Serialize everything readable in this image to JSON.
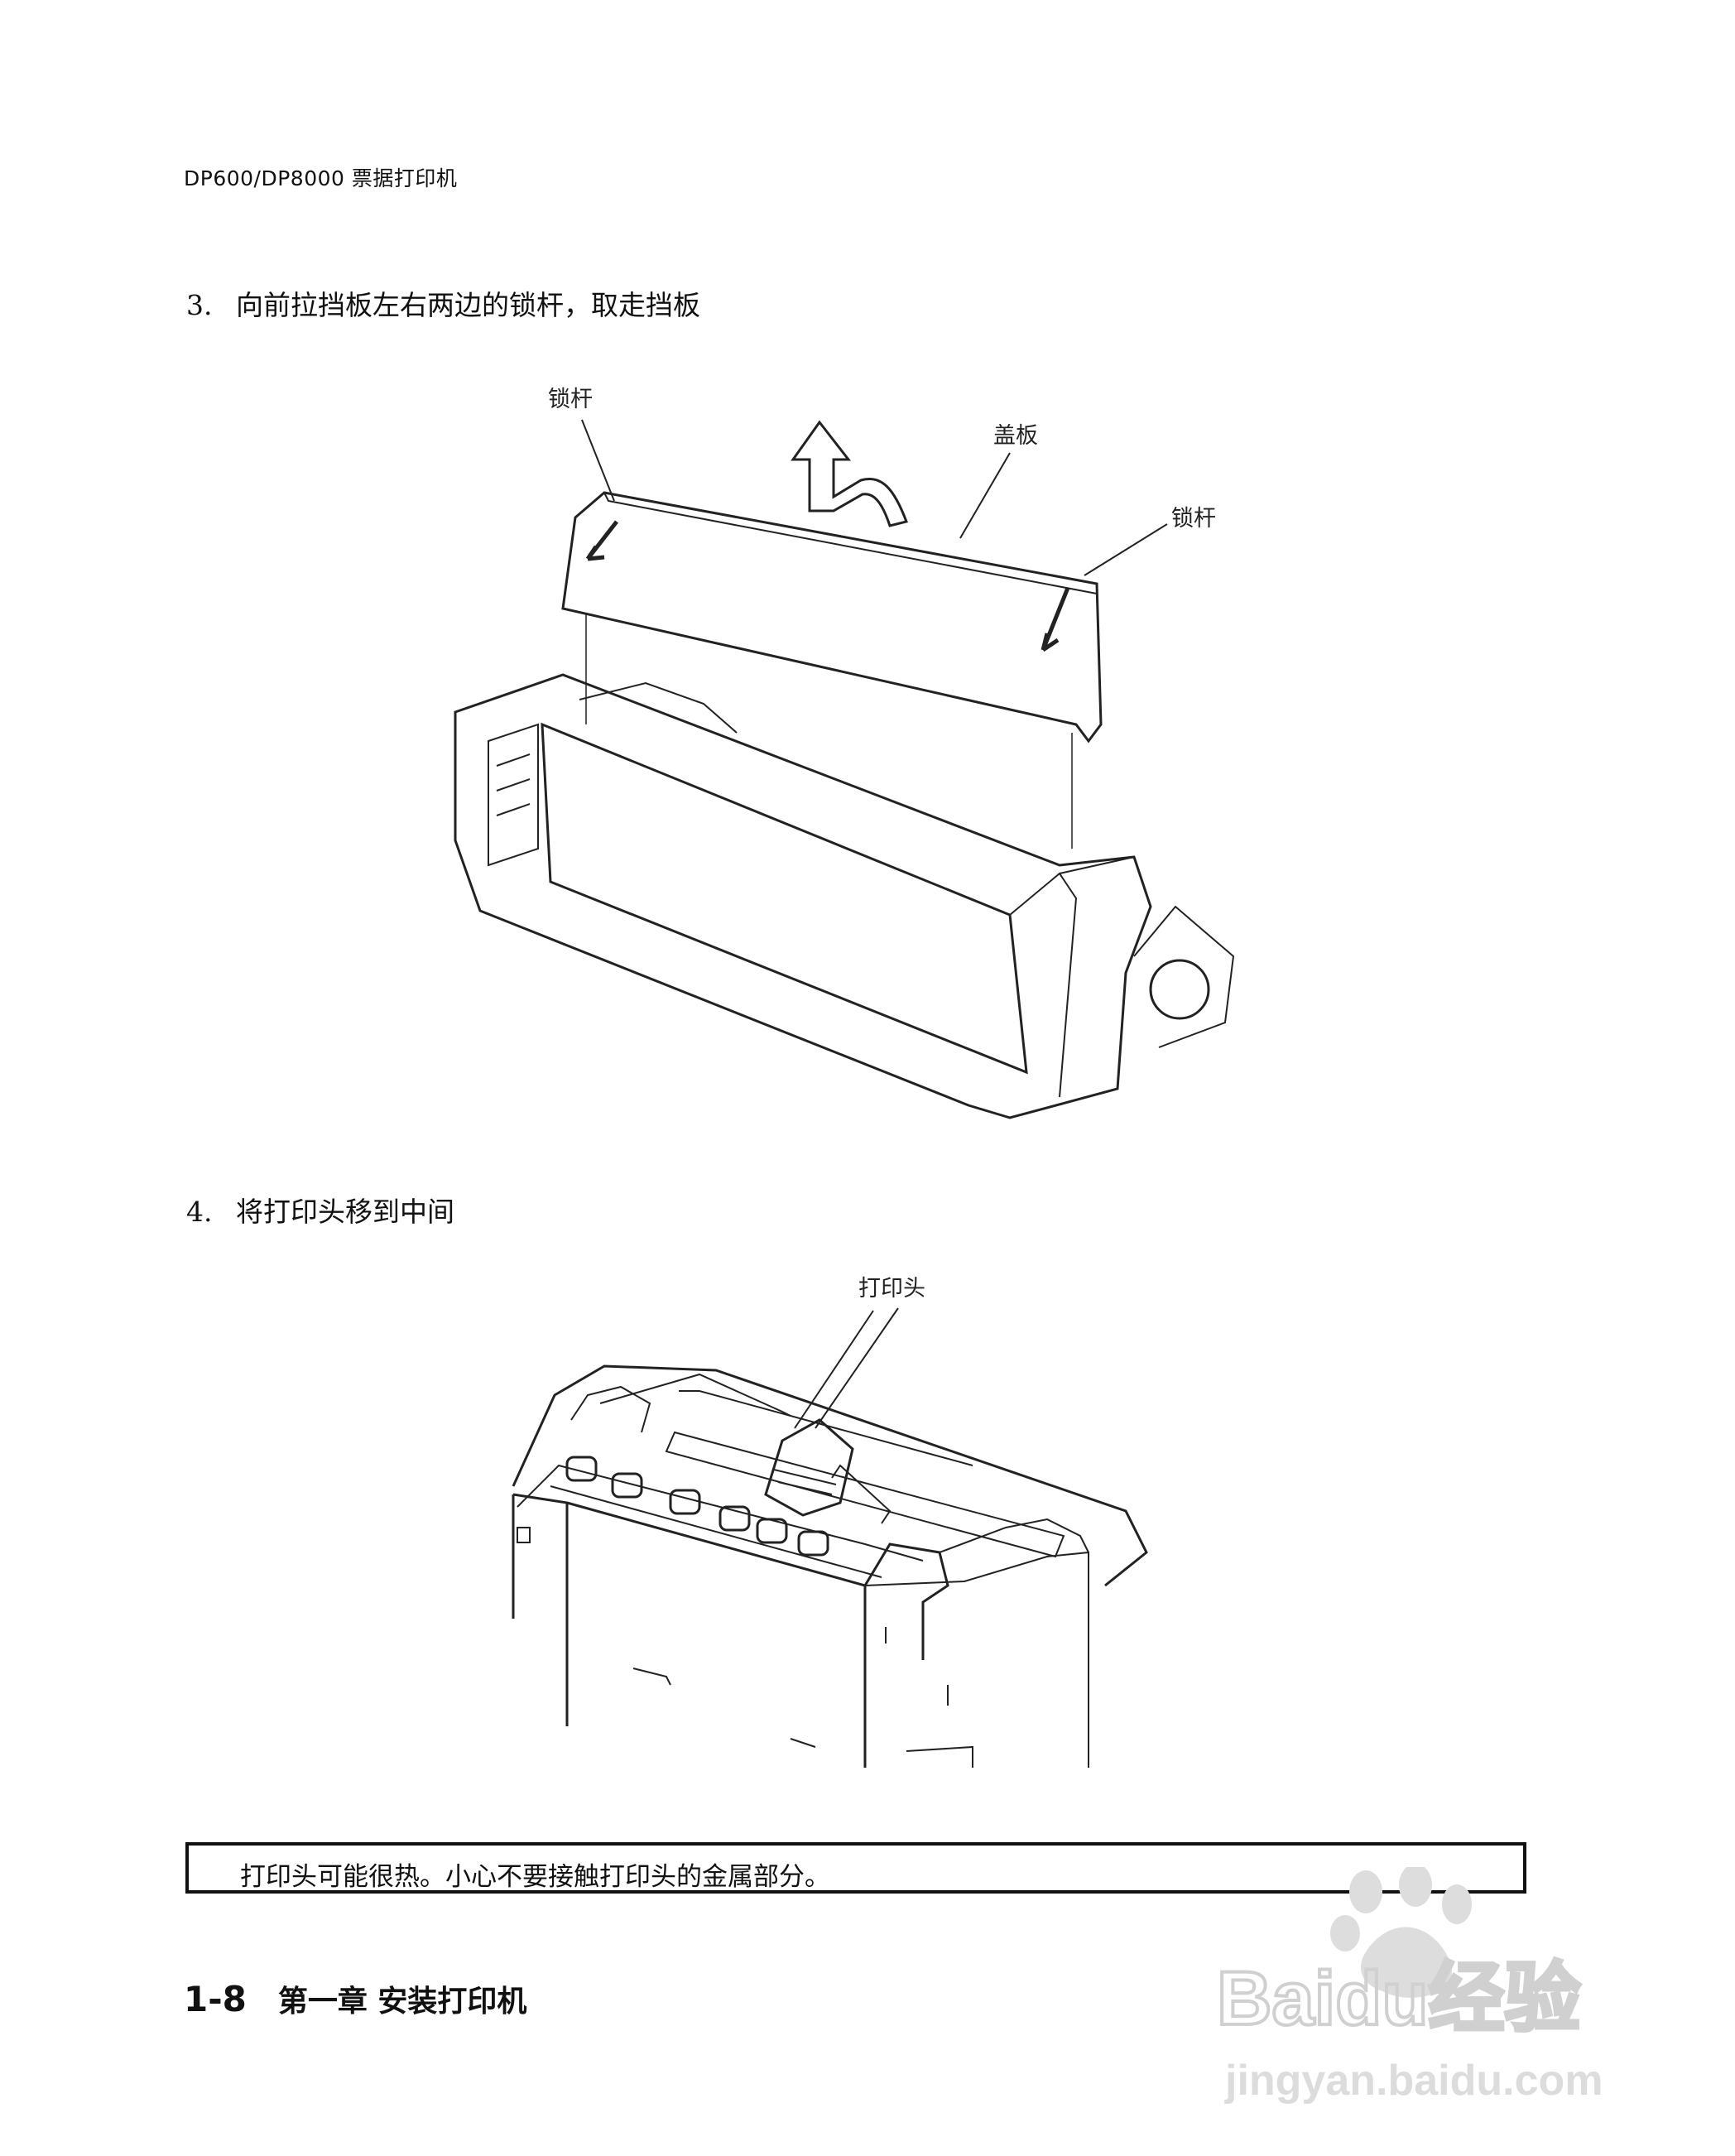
{
  "header": {
    "title": "DP600/DP8000 票据打印机"
  },
  "steps": [
    {
      "number": "3.",
      "text": "向前拉挡板左右两边的锁杆，取走挡板"
    },
    {
      "number": "4.",
      "text": "将打印头移到中间"
    }
  ],
  "figure1": {
    "labels": {
      "lever_left": "锁杆",
      "cover": "盖板",
      "lever_right": "锁杆"
    }
  },
  "figure2": {
    "labels": {
      "print_head": "打印头"
    }
  },
  "note": {
    "text": "打印头可能很热。小心不要接触打印头的金属部分。"
  },
  "footer": {
    "page": "1-8",
    "chapter": "第一章 安装打印机"
  },
  "watermark": {
    "brand": "Baidu经验",
    "url": "jingyan.baidu.com"
  }
}
